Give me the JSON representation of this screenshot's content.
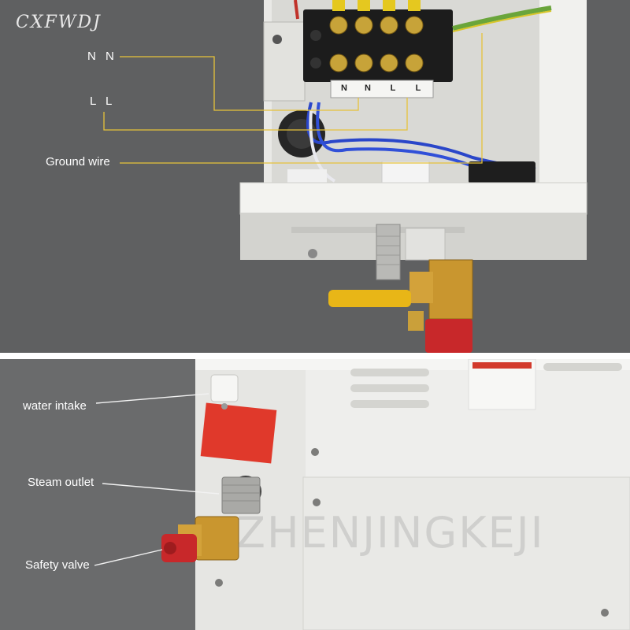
{
  "brand": "CXFWDJ",
  "top_labels": {
    "nn": "N N",
    "ll": "L L",
    "ground": "Ground wire"
  },
  "terminal_tags": [
    "N",
    "N",
    "L",
    "L"
  ],
  "bottom_labels": {
    "water": "water intake",
    "steam": "Steam outlet",
    "safety": "Safety valve"
  },
  "watermark": "ZHENJINGKEJI",
  "colors": {
    "leader_top": "#e6c23a",
    "leader_bottom": "#f2f2f2",
    "valve_red": "#c8282a",
    "brass": "#c9962f"
  }
}
